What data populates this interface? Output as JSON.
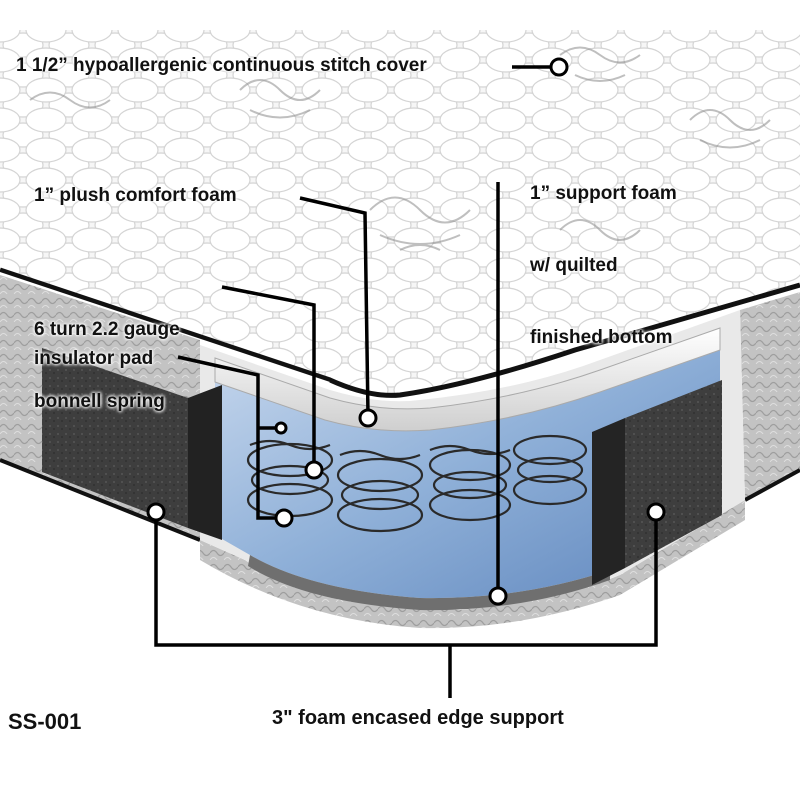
{
  "model": "SS-001",
  "callouts": {
    "cover": "1 1/2” hypoallergenic continuous stitch cover",
    "support_line1": "1” support foam",
    "support_line2": "w/ quilted",
    "support_line3": "finished bottom",
    "plush": "1” plush comfort foam",
    "spring_line1": "6 turn 2.2 gauge",
    "spring_line2": "bonnell spring",
    "insulator": "insulator pad",
    "edge": "3\" foam encased edge support"
  },
  "colors": {
    "foam_blue": "#8fb0d8",
    "edge_foam": "#3a3a3a",
    "quilt_white": "#f4f4f4",
    "side_fabric": "#bdbdbd",
    "piping": "#111111"
  }
}
